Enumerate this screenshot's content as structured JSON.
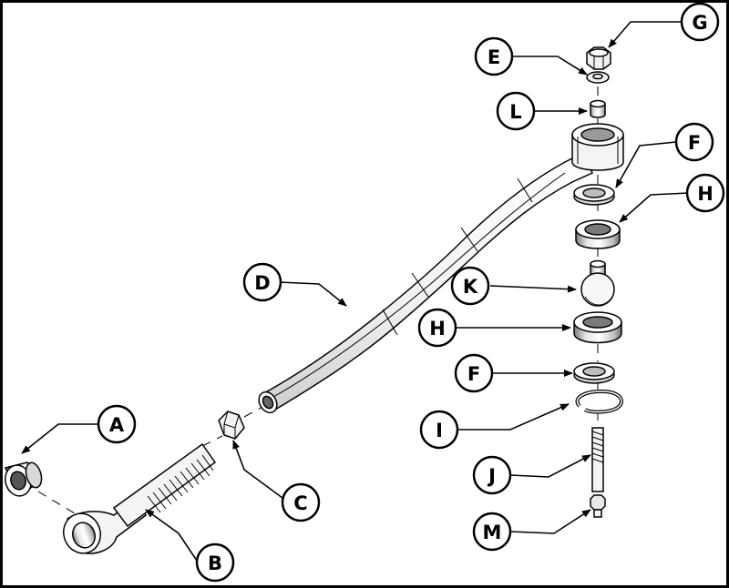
{
  "callouts": {
    "A": "A",
    "B": "B",
    "C": "C",
    "D": "D",
    "E": "E",
    "F1": "F",
    "F2": "F",
    "G": "G",
    "H1": "H",
    "H2": "H",
    "I": "I",
    "J": "J",
    "K": "K",
    "L": "L",
    "M": "M"
  },
  "colors": {
    "line": "#000000",
    "part_fill": "#f2f2f2",
    "shade": "#8a8a8a",
    "background": "#ffffff"
  }
}
